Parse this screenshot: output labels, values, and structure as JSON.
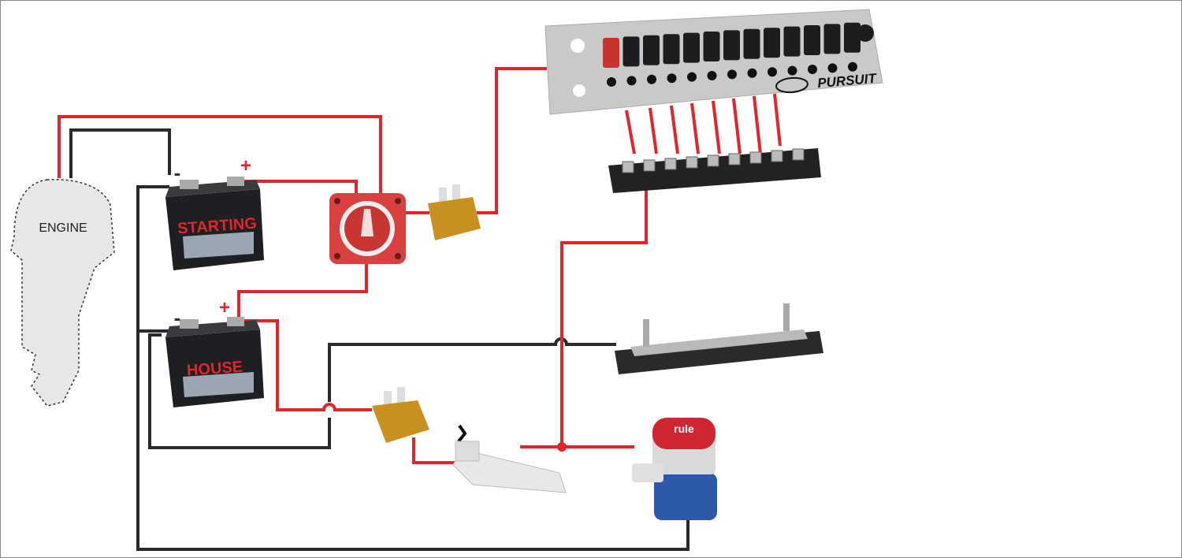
{
  "engine": {
    "label": "ENGINE"
  },
  "batteries": [
    {
      "label": "STARTING",
      "plus": "+",
      "minus": "-"
    },
    {
      "label": "HOUSE",
      "plus": "+",
      "minus": "-"
    }
  ],
  "panel": {
    "brand": "PURSUIT"
  },
  "pump": {
    "brand": "rule"
  },
  "colors": {
    "positive": "#e0262c",
    "negative": "#2a2a2a",
    "fuse": "#c8901e",
    "switch": "#d8413f"
  }
}
